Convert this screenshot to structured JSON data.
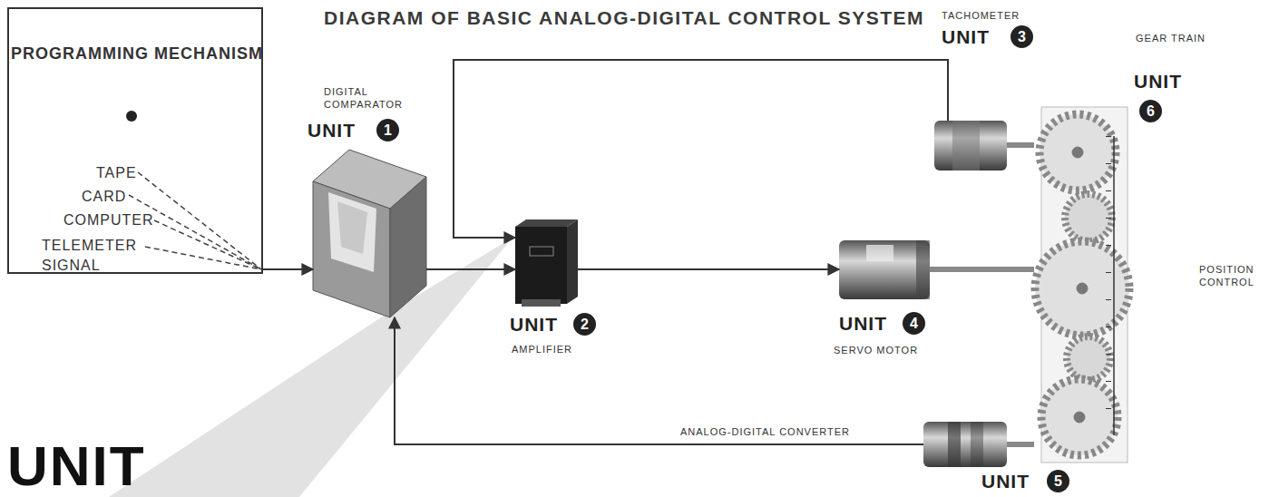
{
  "diagram": {
    "title": "DIAGRAM OF BASIC ANALOG-DIGITAL CONTROL SYSTEM",
    "nodes": [
      {
        "text": [
          "PROGRAMMING MECHANISM",
          "TAPE",
          "CARD",
          "COMPUTER",
          "TELEMETER SIGNAL"
        ]
      },
      {
        "text": [
          "DIGITAL COMPARATOR",
          "UNIT",
          "1"
        ]
      },
      {
        "text": [
          "UNIT",
          "2",
          "AMPLIFIER"
        ]
      },
      {
        "text": [
          "TACHOMETER",
          "UNIT",
          "3"
        ]
      },
      {
        "text": [
          "UNIT",
          "4",
          "SERVO MOTOR"
        ]
      },
      {
        "text": [
          "ANALOG-DIGITAL CONVERTER",
          "UNIT",
          "5"
        ]
      },
      {
        "text": [
          "GEAR TRAIN",
          "UNIT",
          "6"
        ]
      }
    ],
    "edges": [
      {
        "from": 0,
        "to": 1,
        "arrow": "to"
      },
      {
        "from": 1,
        "to": 2,
        "arrow": "to"
      },
      {
        "from": 2,
        "to": 4,
        "arrow": "to"
      },
      {
        "from": 3,
        "to": 2,
        "arrow": "to"
      },
      {
        "from": 5,
        "to": 1,
        "arrow": "to"
      },
      {
        "from": 3,
        "to": 6,
        "arrow": "none"
      },
      {
        "from": 4,
        "to": 6,
        "arrow": "none"
      },
      {
        "from": 5,
        "to": 6,
        "arrow": "none"
      }
    ],
    "labels": [
      "POSITION CONTROL",
      "UNIT"
    ]
  }
}
